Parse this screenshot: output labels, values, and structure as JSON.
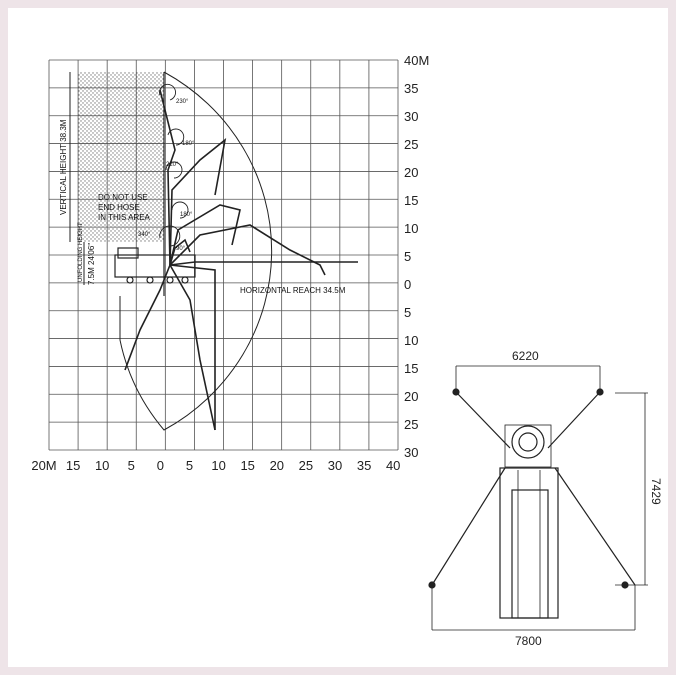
{
  "chart": {
    "x_ticks": [
      "20M",
      "15",
      "10",
      "5",
      "0",
      "5",
      "10",
      "15",
      "20",
      "25",
      "30",
      "35",
      "40"
    ],
    "y_ticks_up": [
      "40M",
      "35",
      "30",
      "25",
      "20",
      "15",
      "10",
      "5",
      "0"
    ],
    "y_ticks_down": [
      "5",
      "10",
      "15",
      "20",
      "25",
      "30"
    ],
    "vertical_height_label": "VERTICAL HEIGHT 38.3M",
    "unfolding_height_label": "UNFOLDING HEIGHT",
    "unfolding_height_value": "7.5M 24'06\"",
    "no_hose_note": [
      "DO NOT USE",
      "END HOSE",
      "IN THIS AREA"
    ],
    "horizontal_reach_label": "HORIZONTAL REACH 34.5M",
    "rotation_angles": [
      "230°",
      "180°",
      "220°",
      "180°",
      "340°",
      "90°"
    ]
  },
  "plan": {
    "top_width": "6220",
    "side_length": "7429",
    "bottom_width": "7800"
  },
  "colors": {
    "background": "#eee4e8",
    "panel": "#ffffff",
    "grid": "#555555",
    "line": "#222222"
  }
}
